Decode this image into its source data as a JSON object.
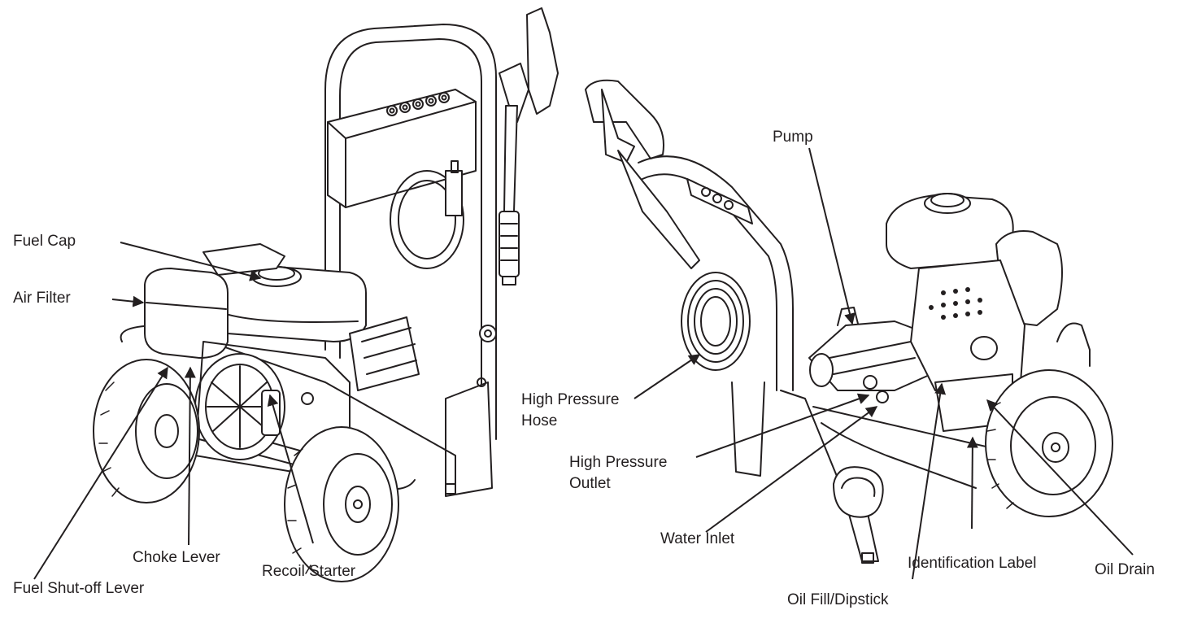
{
  "labels": {
    "fuel_cap": "Fuel Cap",
    "air_filter": "Air Filter",
    "fuel_shutoff_lever": "Fuel Shut-off Lever",
    "choke_lever": "Choke Lever",
    "recoil_starter": "Recoil Starter",
    "pump": "Pump",
    "high_pressure_hose": [
      "High Pressure",
      "Hose"
    ],
    "high_pressure_outlet": [
      "High Pressure",
      "Outlet"
    ],
    "water_inlet": "Water Inlet",
    "oil_fill_dipstick": "Oil Fill/Dipstick",
    "identification_label": "Identification Label",
    "oil_drain": "Oil Drain"
  },
  "colors": {
    "ink": "#231f20",
    "paper": "#ffffff",
    "shade": "#e6e6e6"
  }
}
